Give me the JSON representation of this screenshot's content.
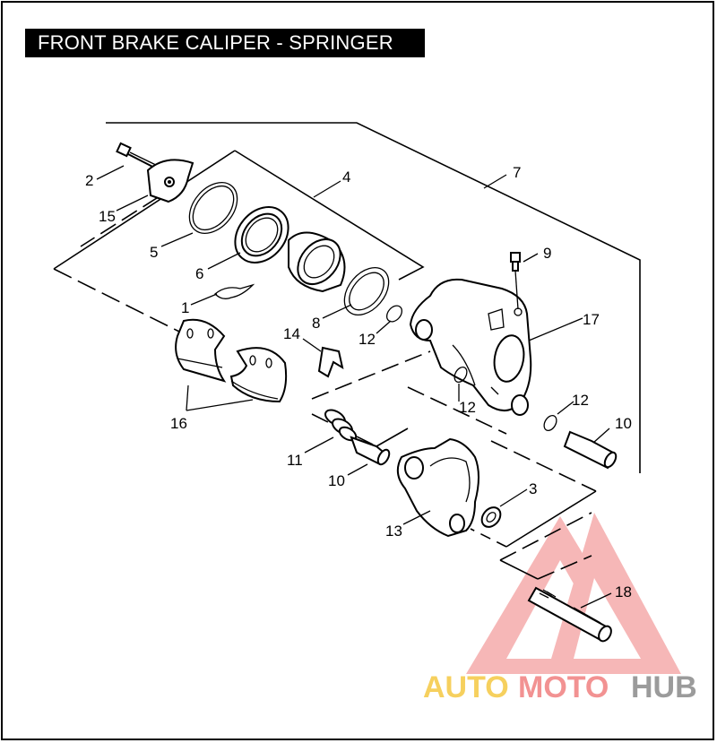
{
  "title": "FRONT BRAKE CALIPER - SPRINGER",
  "labels": {
    "l1": "1",
    "l2": "2",
    "l3": "3",
    "l4": "4",
    "l5": "5",
    "l6": "6",
    "l7": "7",
    "l8": "8",
    "l9": "9",
    "l10a": "10",
    "l10b": "10",
    "l11": "11",
    "l12a": "12",
    "l12b": "12",
    "l12c": "12",
    "l13": "13",
    "l14": "14",
    "l15": "15",
    "l16": "16",
    "l17": "17",
    "l18": "18"
  },
  "watermark": {
    "part1": "AUTO",
    "part2": "MOTO",
    "part3": "HUB"
  },
  "colors": {
    "watermark_yellow": "#f5c842",
    "watermark_red": "#f08080",
    "watermark_grey": "#8a8a8a"
  }
}
